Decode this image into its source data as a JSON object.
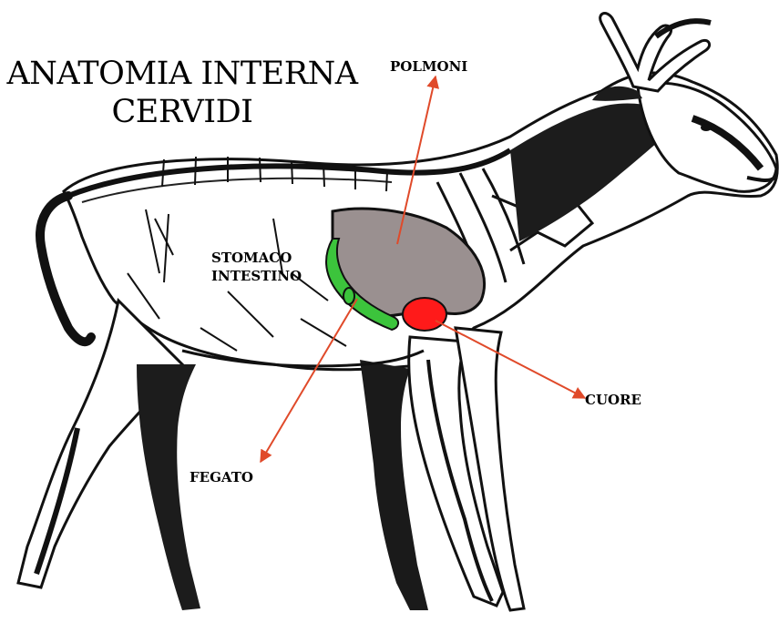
{
  "title": {
    "line1": "ANATOMIA INTERNA",
    "line2": "CERVIDI"
  },
  "labels": {
    "polmoni": "POLMONI",
    "stomaco": "STOMACO",
    "intestino": "INTESTINO",
    "cuore": "CUORE",
    "fegato": "FEGATO"
  },
  "colors": {
    "lungs": "#9a9090",
    "heart": "#ff1a1a",
    "liver": "#3cc43c",
    "arrow": "#e04a2a",
    "outline": "#111111"
  }
}
